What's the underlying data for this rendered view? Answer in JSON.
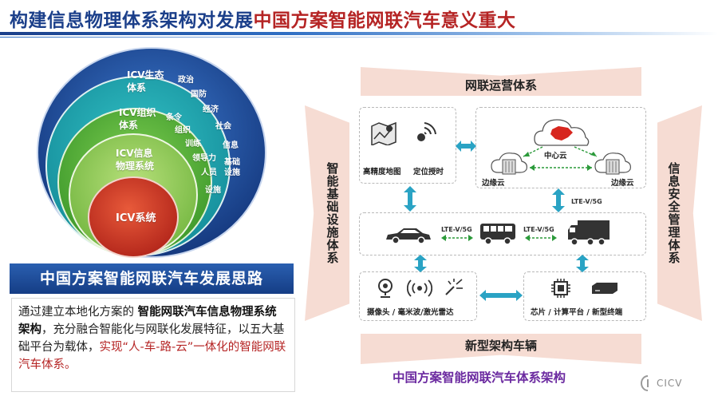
{
  "title": {
    "part1": "构建信息物理体系架构对发展",
    "part2": "中国方案智能网联汽车意义重大"
  },
  "circles": {
    "eco_label": "ICV生态\n体系",
    "eco_items": [
      "政治",
      "国防",
      "经济",
      "社会",
      "信息",
      "基础\n设施"
    ],
    "org_label": "ICV组织\n体系",
    "org_items": [
      "条令",
      "组织",
      "训练",
      "领导力",
      "人员",
      "设施"
    ],
    "info_label": "ICV信息\n物理系统",
    "core_label": "ICV系统"
  },
  "roadmap": {
    "banner": "中国方案智能网联汽车发展思路",
    "text_a": "通过建立本地化方案的 ",
    "text_b": "智能网联汽车信息物理系统架构",
    "text_c": "，充分融合智能化与网联化发展特征，以五大基础平台为载体，",
    "text_d": "实现“人-车-路-云”一体化的智能网联汽车体系。"
  },
  "architecture": {
    "top_band": "网联运营体系",
    "bottom_band": "新型架构车辆",
    "left_band": "智能基础设施体系",
    "right_band": "信息安全管理体系",
    "map_label": "高精度地图",
    "positioning_label": "定位授时",
    "center_cloud": "中心云",
    "edge_cloud_left": "边缘云",
    "edge_cloud_right": "边缘云",
    "lte_label_top": "LTE-V/5G",
    "lte_label_left": "LTE-V/5G",
    "lte_label_right": "LTE-V/5G",
    "sensors_label": "摄像头 / 毫米波/激光雷达",
    "compute_label": "芯片 / 计算平台 / 新型终端",
    "caption": "中国方案智能网联汽车体系架构"
  },
  "logo_text": "CICV",
  "colors": {
    "title_blue": "#1b3f8a",
    "title_red": "#b52424",
    "band_pink": "#f6dcd3",
    "arrow_teal": "#2aa3c4",
    "caption_purple": "#6b2aa0"
  }
}
